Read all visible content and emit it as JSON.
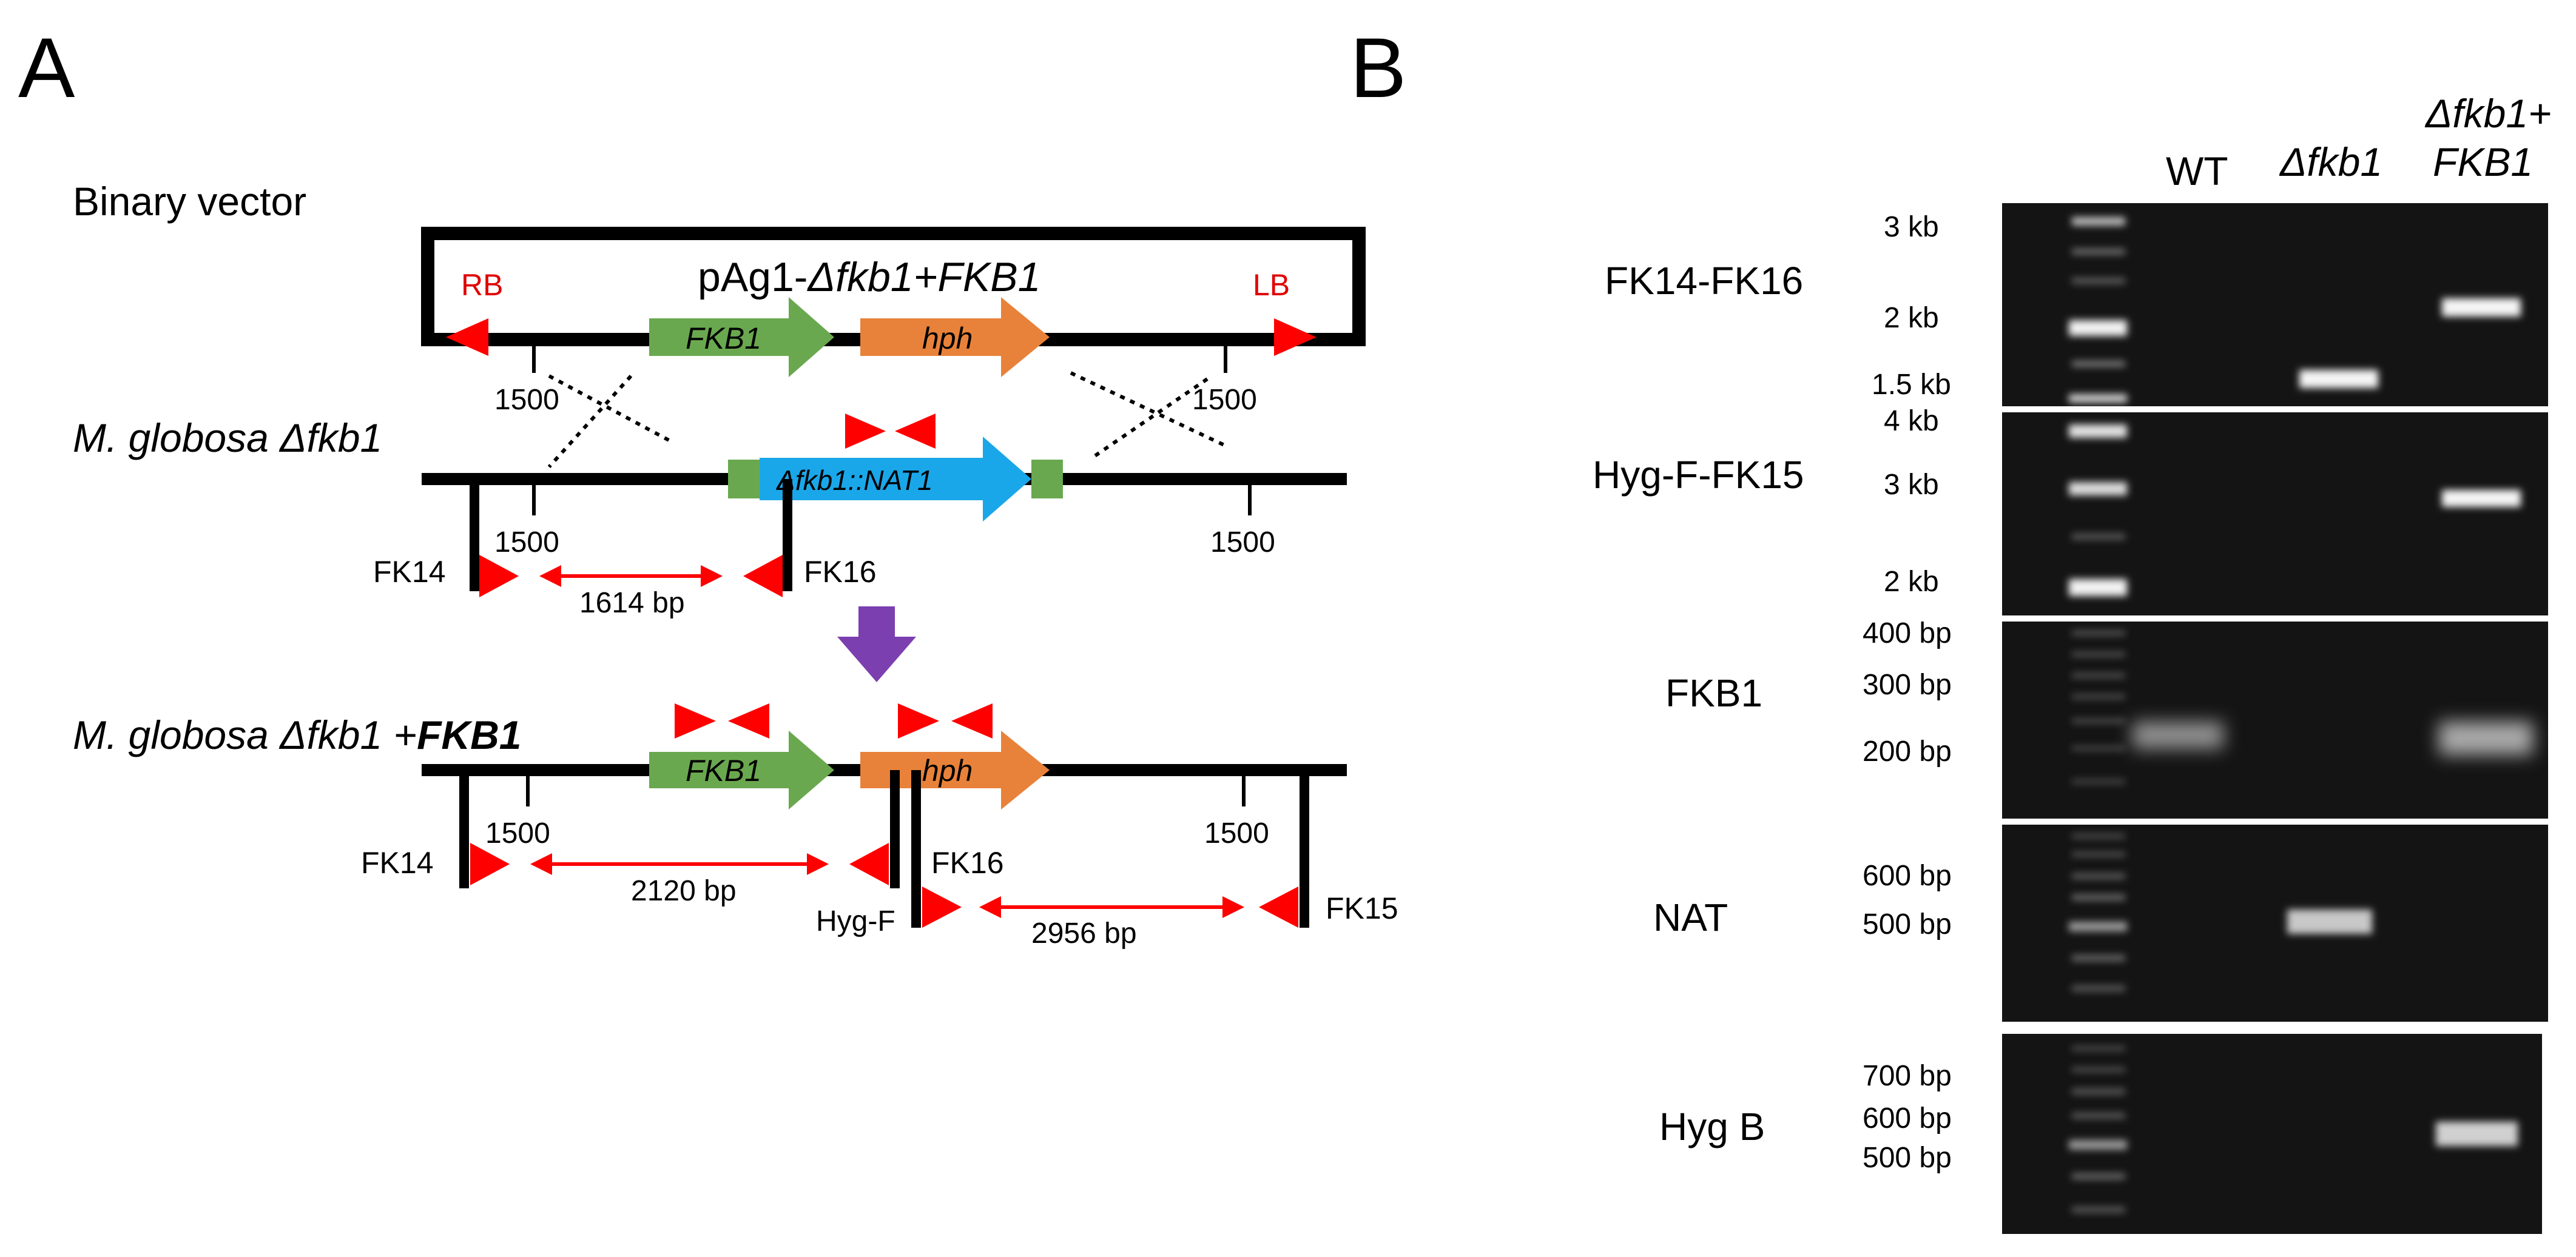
{
  "panel_a": {
    "label": "A",
    "vector_label": "Binary vector",
    "plasmid_prefix": "pAg1-",
    "plasmid_italic": "Δfkb1+FKB1",
    "rb": "RB",
    "lb": "LB",
    "fkb1": "FKB1",
    "hph": "hph",
    "num_1500": "1500",
    "strain1": "M. globosa Δfkb1",
    "nat": "Δfkb1::NAT1",
    "fk14": "FK14",
    "fk16": "FK16",
    "fk15": "FK15",
    "hygf": "Hyg-F",
    "dist_1614": "1614 bp",
    "strain2_italic": "M. globosa Δfkb1 +",
    "strain2_gene": "FKB1",
    "dist_2120": "2120 bp",
    "dist_2956": "2956 bp"
  },
  "panel_b": {
    "label": "B",
    "lanes": {
      "wt": "WT",
      "dfkb1": "Δfkb1",
      "comp_line1": "Δfkb1+",
      "comp_line2": "FKB1"
    },
    "gels": [
      {
        "name": "FK14-FK16",
        "markers": [
          "3 kb",
          "2 kb",
          "1.5 kb"
        ]
      },
      {
        "name": "Hyg-F-FK15",
        "markers": [
          "4 kb",
          "3 kb",
          "2 kb"
        ]
      },
      {
        "name": "FKB1",
        "markers": [
          "400 bp",
          "300 bp",
          "200 bp"
        ]
      },
      {
        "name": "NAT",
        "markers": [
          "600 bp",
          "500 bp"
        ]
      },
      {
        "name": "Hyg B",
        "markers": [
          "700 bp",
          "600 bp",
          "500 bp"
        ]
      }
    ]
  },
  "colors": {
    "arrow_red": "#ff0000",
    "fkb1_green": "#6aa84f",
    "hph_orange": "#e8823a",
    "nat_blue": "#1aa7ea",
    "flank_green": "#6aa84f",
    "purple": "#7b3fb0",
    "gel_bg": "#141414",
    "band": "#e6e6e6"
  }
}
